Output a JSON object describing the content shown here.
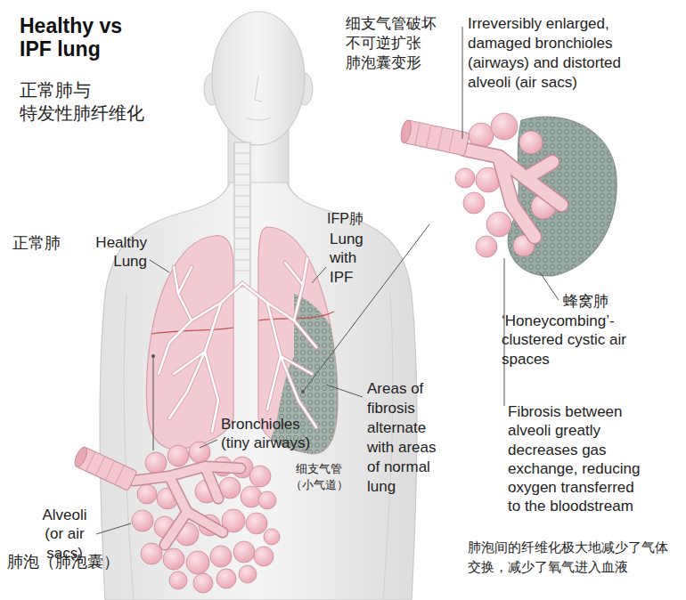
{
  "diagram": {
    "title": "Healthy vs IPF lung",
    "labels": [
      "正常肺与 特发性肺纤维化",
      "细支气管破坏 不可逆扩张 肺泡囊变形",
      "Irreversibly enlarged, damaged bronchioles (airways) and distorted alveoli (air sacs)",
      "正常肺",
      "Healthy Lung",
      "IFP肺",
      "Lung with IPF",
      "蜂窝肺",
      "‘Honeycombing’- clustered cystic air spaces",
      "Areas of fibrosis alternate with areas of normal lung",
      "Bronchioles (tiny airways)",
      "细支气管 （小气道）",
      "Fibrosis between alveoli greatly decreases gas exchange, reducing oxygen transferred to the bloodstream",
      "Alveoli (or air sacs)",
      "肺泡（肺泡囊）",
      "肺泡间的纤维化极大地减少了气体交换，减少了氧气进入血液"
    ]
  }
}
